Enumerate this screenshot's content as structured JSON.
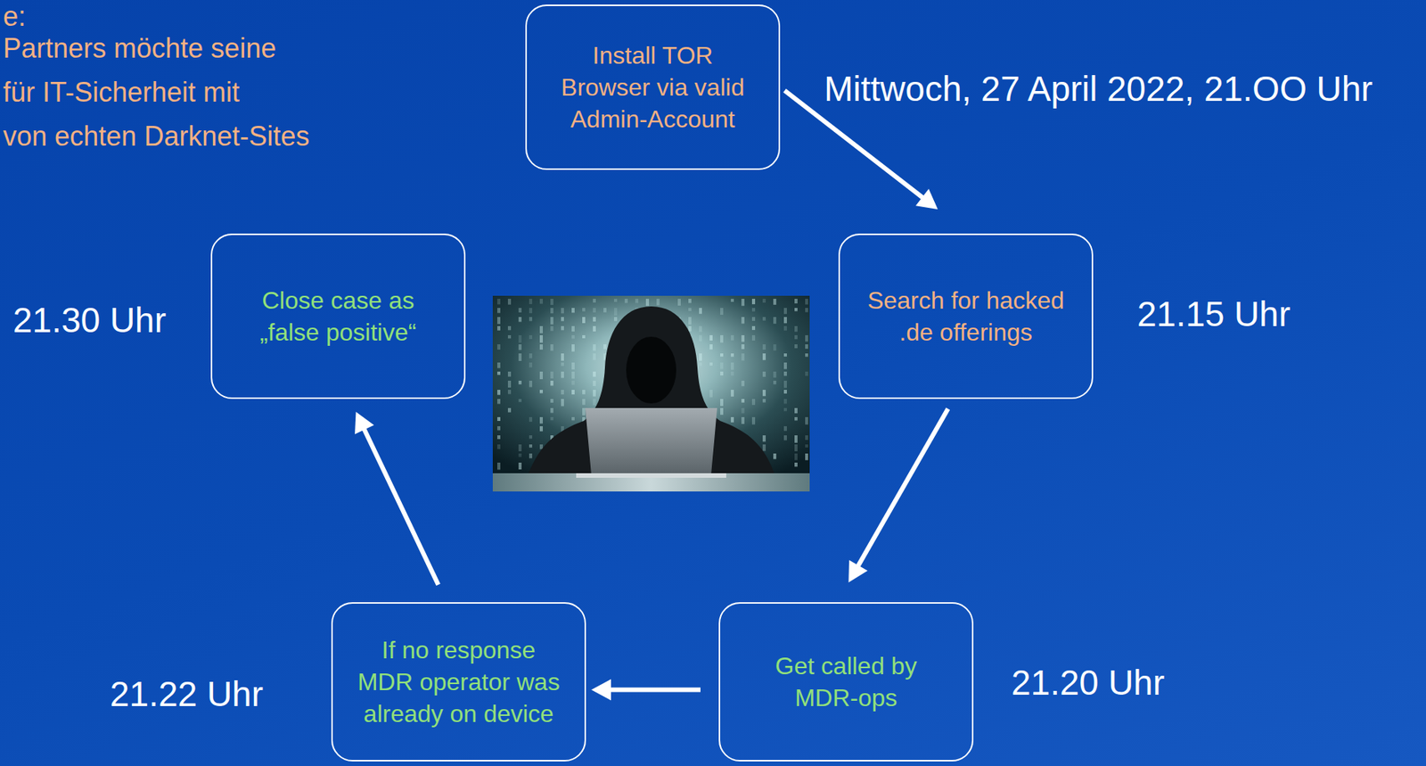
{
  "diagram": {
    "nodes": [
      {
        "text": [
          "Install TOR Browser via valid Admin-Account"
        ]
      },
      {
        "text": [
          "Search for hacked .de offerings"
        ]
      },
      {
        "text": [
          "Get called by MDR-ops"
        ]
      },
      {
        "text": [
          "If no response MDR operator was already on device"
        ]
      },
      {
        "text": [
          "Close case as „false positive“"
        ]
      }
    ],
    "edges": [
      {
        "from": 0,
        "to": 1,
        "arrow": "to"
      },
      {
        "from": 1,
        "to": 2,
        "arrow": "to"
      },
      {
        "from": 2,
        "to": 3,
        "arrow": "to"
      },
      {
        "from": 3,
        "to": 4,
        "arrow": "to"
      }
    ],
    "labels": [
      "e:",
      "Partners möchte seine",
      "für IT-Sicherheit mit",
      "von echten Darknet-Sites",
      "Mittwoch, 27 April 2022, 21.OO Uhr",
      "21.15 Uhr",
      "21.20 Uhr",
      "21.22 Uhr",
      "21.30 Uhr"
    ]
  }
}
